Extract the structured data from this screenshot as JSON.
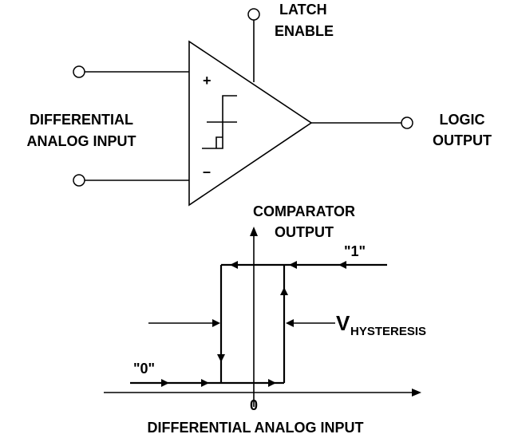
{
  "comparator": {
    "latch_line1": "LATCH",
    "latch_line2": "ENABLE",
    "input_line1": "DIFFERENTIAL",
    "input_line2": "ANALOG INPUT",
    "output_line1": "LOGIC",
    "output_line2": "OUTPUT",
    "plus_sign": "+",
    "minus_sign": "–"
  },
  "transfer": {
    "yaxis_line1": "COMPARATOR",
    "yaxis_line2": "OUTPUT",
    "high_label": "\"1\"",
    "low_label": "\"0\"",
    "hyst_v": "V",
    "hyst_sub": "HYSTERESIS",
    "origin_label": "0",
    "xaxis_label": "DIFFERENTIAL ANALOG INPUT"
  }
}
